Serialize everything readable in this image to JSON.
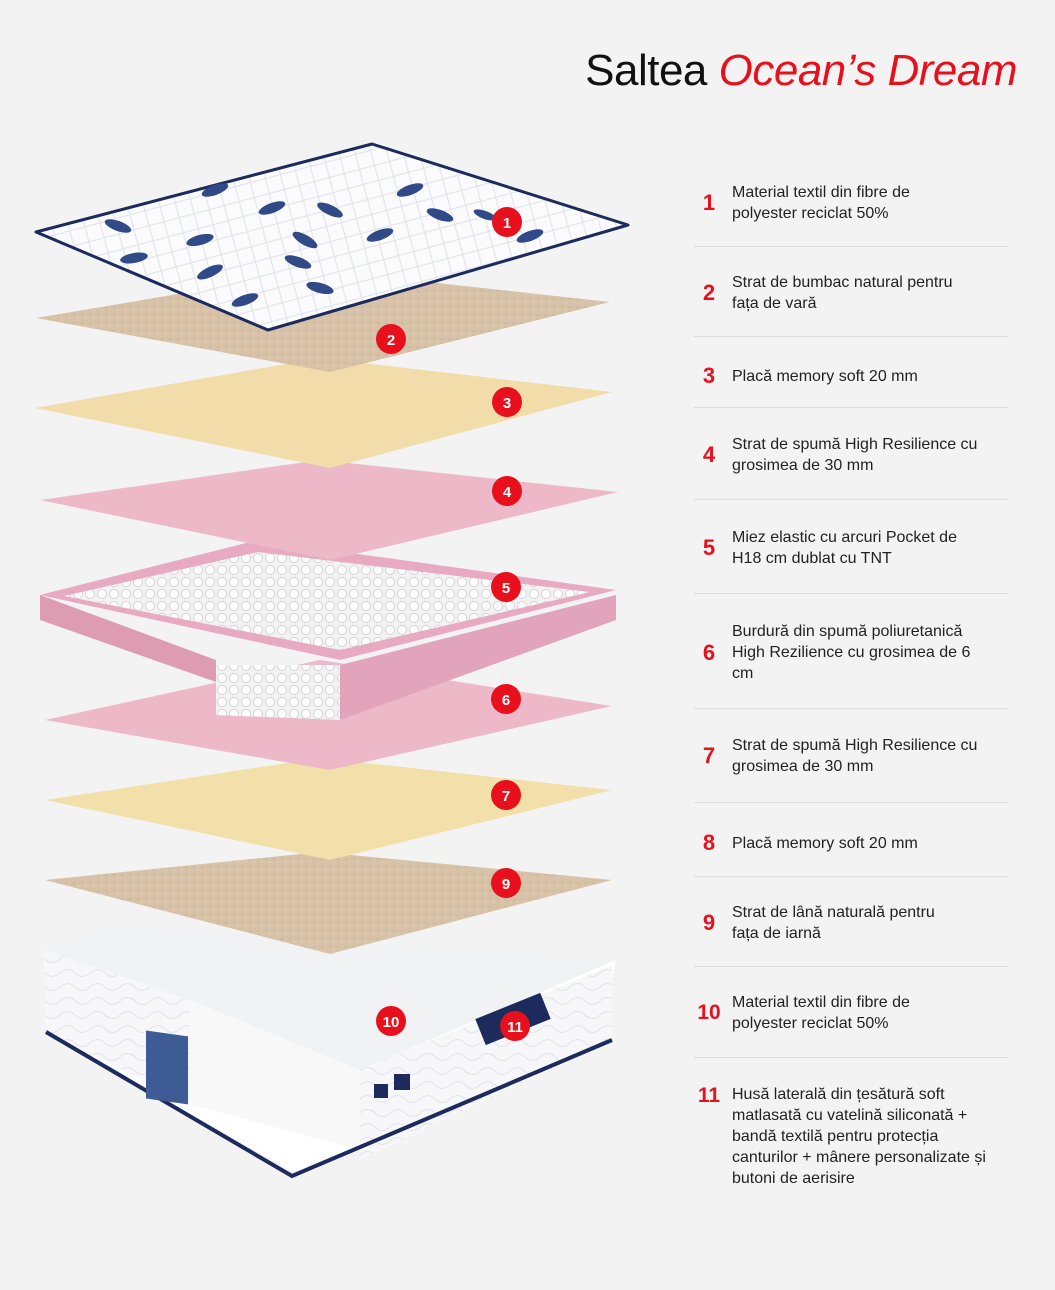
{
  "title": {
    "prefix": "Saltea",
    "accent": "Ocean’s Dream"
  },
  "colors": {
    "accent": "#e8101c",
    "text": "#222222",
    "background": "#f3f3f3"
  },
  "layers": [
    {
      "number": "1",
      "text": "Material textil din fibre de polyester reciclat 50%"
    },
    {
      "number": "2",
      "text": "Strat de bumbac natural pentru fața de vară"
    },
    {
      "number": "3",
      "text": "Placă memory soft 20 mm"
    },
    {
      "number": "4",
      "text": "Strat de spumă High Resilience cu grosimea de 30 mm"
    },
    {
      "number": "5",
      "text": "Miez elastic cu arcuri Pocket de H18 cm dublat cu TNT"
    },
    {
      "number": "6",
      "text": "Burdură din spumă poliuretanică High Rezilience cu grosimea de 6 cm"
    },
    {
      "number": "7",
      "text": "Strat de spumă High Resilience cu grosimea de 30 mm"
    },
    {
      "number": "8",
      "text": "Placă memory soft 20 mm"
    },
    {
      "number": "9",
      "text": "Strat de lână naturală pentru fața de iarnă"
    },
    {
      "number": "10",
      "text": "Material textil din fibre de polyester reciclat 50%"
    },
    {
      "number": "11",
      "text": "Husă laterală din țesătură soft matlasată cu vatelină siliconată + bandă textilă pentru protecția canturilor + mânere personalizate și butoni de aerisire"
    }
  ]
}
